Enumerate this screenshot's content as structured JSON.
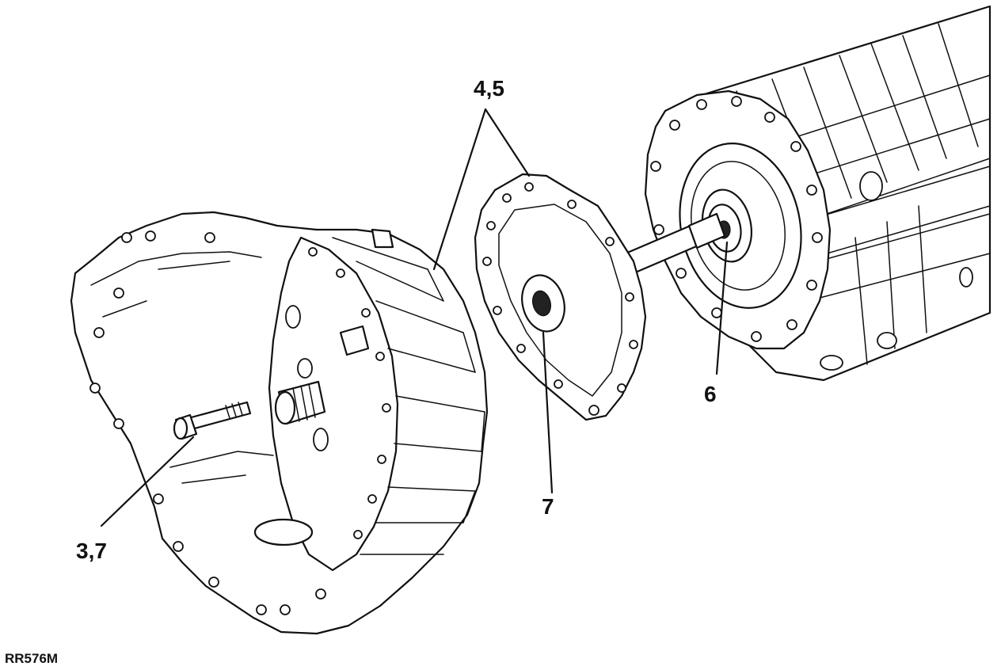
{
  "labels": {
    "gasket": "4,5",
    "shaft_seal": "6",
    "washer": "7",
    "bolt": "3,7"
  },
  "reference_code": "RR576M",
  "parts": [
    "bell-housing",
    "bolt",
    "gasket",
    "washer",
    "input-shaft",
    "gearbox"
  ]
}
